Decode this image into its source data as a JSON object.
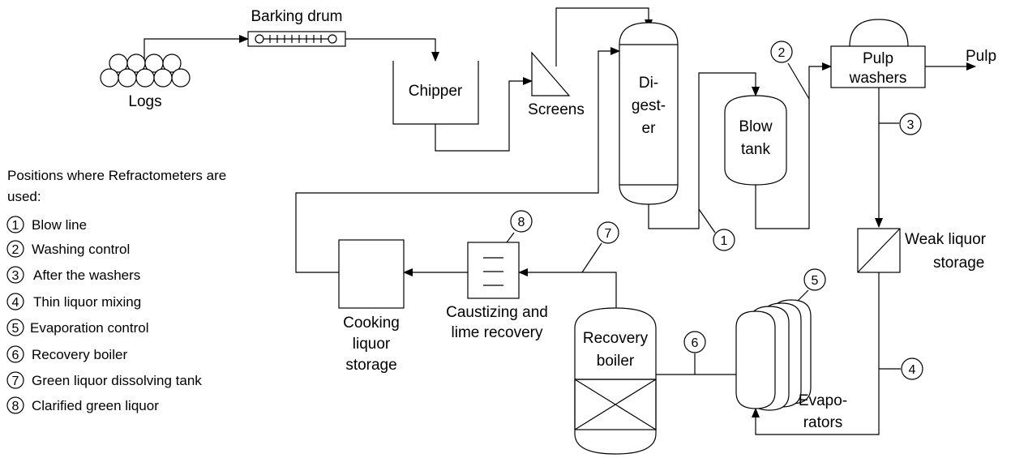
{
  "units": {
    "logs": "Logs",
    "barking_drum": "Barking drum",
    "chipper": "Chipper",
    "screens": "Screens",
    "digester": [
      "Di-",
      "gest-",
      "er"
    ],
    "blow_tank": [
      "Blow",
      "tank"
    ],
    "pulp_washers": [
      "Pulp",
      "washers"
    ],
    "pulp": "Pulp",
    "weak_liquor": [
      "Weak liquor",
      "storage"
    ],
    "evaporators": [
      "Evapo-",
      "rators"
    ],
    "recovery_boiler": [
      "Recovery",
      "boiler"
    ],
    "caustizing": [
      "Caustizing and",
      "lime recovery"
    ],
    "cooking_liquor": [
      "Cooking",
      "liquor",
      "storage"
    ]
  },
  "markers": [
    "1",
    "2",
    "3",
    "4",
    "5",
    "6",
    "7",
    "8"
  ],
  "legend": {
    "title": [
      "Positions where Refractometers are",
      " used:"
    ],
    "items": [
      {
        "num": "1",
        "label": "Blow line"
      },
      {
        "num": "2",
        "label": "Washing control"
      },
      {
        "num": "3",
        "label": "After the washers"
      },
      {
        "num": "4",
        "label": "Thin liquor mixing"
      },
      {
        "num": "5",
        "label": "Evaporation control"
      },
      {
        "num": "6",
        "label": "Recovery boiler"
      },
      {
        "num": "7",
        "label": "Green liquor dissolving tank"
      },
      {
        "num": "8",
        "label": "Clarified green liquor"
      }
    ]
  }
}
